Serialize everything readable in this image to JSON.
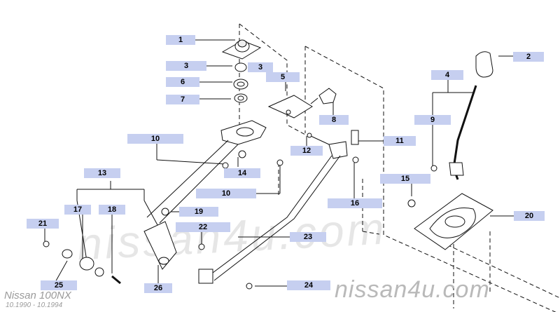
{
  "labels": {
    "l1": "1",
    "l2": "2",
    "l3a": "3",
    "l3b": "3",
    "l4": "4",
    "l5": "5",
    "l6": "6",
    "l7": "7",
    "l8": "8",
    "l9": "9",
    "l10a": "10",
    "l10b": "10",
    "l11": "11",
    "l12": "12",
    "l13": "13",
    "l14": "14",
    "l15": "15",
    "l16": "16",
    "l17": "17",
    "l18": "18",
    "l19": "19",
    "l20": "20",
    "l21": "21",
    "l22": "22",
    "l23": "23",
    "l24": "24",
    "l25": "25",
    "l26": "26"
  },
  "watermark": {
    "site": "nissan4u.com",
    "diagonal": "nissan4u.com"
  },
  "vehicle": {
    "model": "Nissan 100NX",
    "years": "10.1990 - 10.1994"
  },
  "colors": {
    "label_bg": "#c6cff0",
    "line": "#111111",
    "watermark": "#b9b9b9"
  }
}
